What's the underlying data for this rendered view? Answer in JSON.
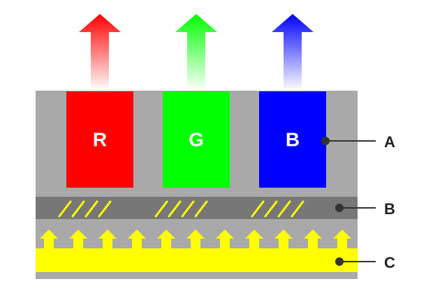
{
  "diagram": {
    "channels": [
      {
        "label": "R",
        "color": "#ff0000"
      },
      {
        "label": "G",
        "color": "#00ff00"
      },
      {
        "label": "B",
        "color": "#0000ff"
      }
    ],
    "callouts": [
      {
        "label": "A"
      },
      {
        "label": "B"
      },
      {
        "label": "C"
      }
    ],
    "colors": {
      "panel": "#a9a9a9",
      "polarizer": "#777777",
      "stripes": "#ffff00",
      "backlight": "#ffff00",
      "leader": "#333333"
    },
    "icons": [
      "arrow-up-icon",
      "light-ray-icon"
    ]
  }
}
